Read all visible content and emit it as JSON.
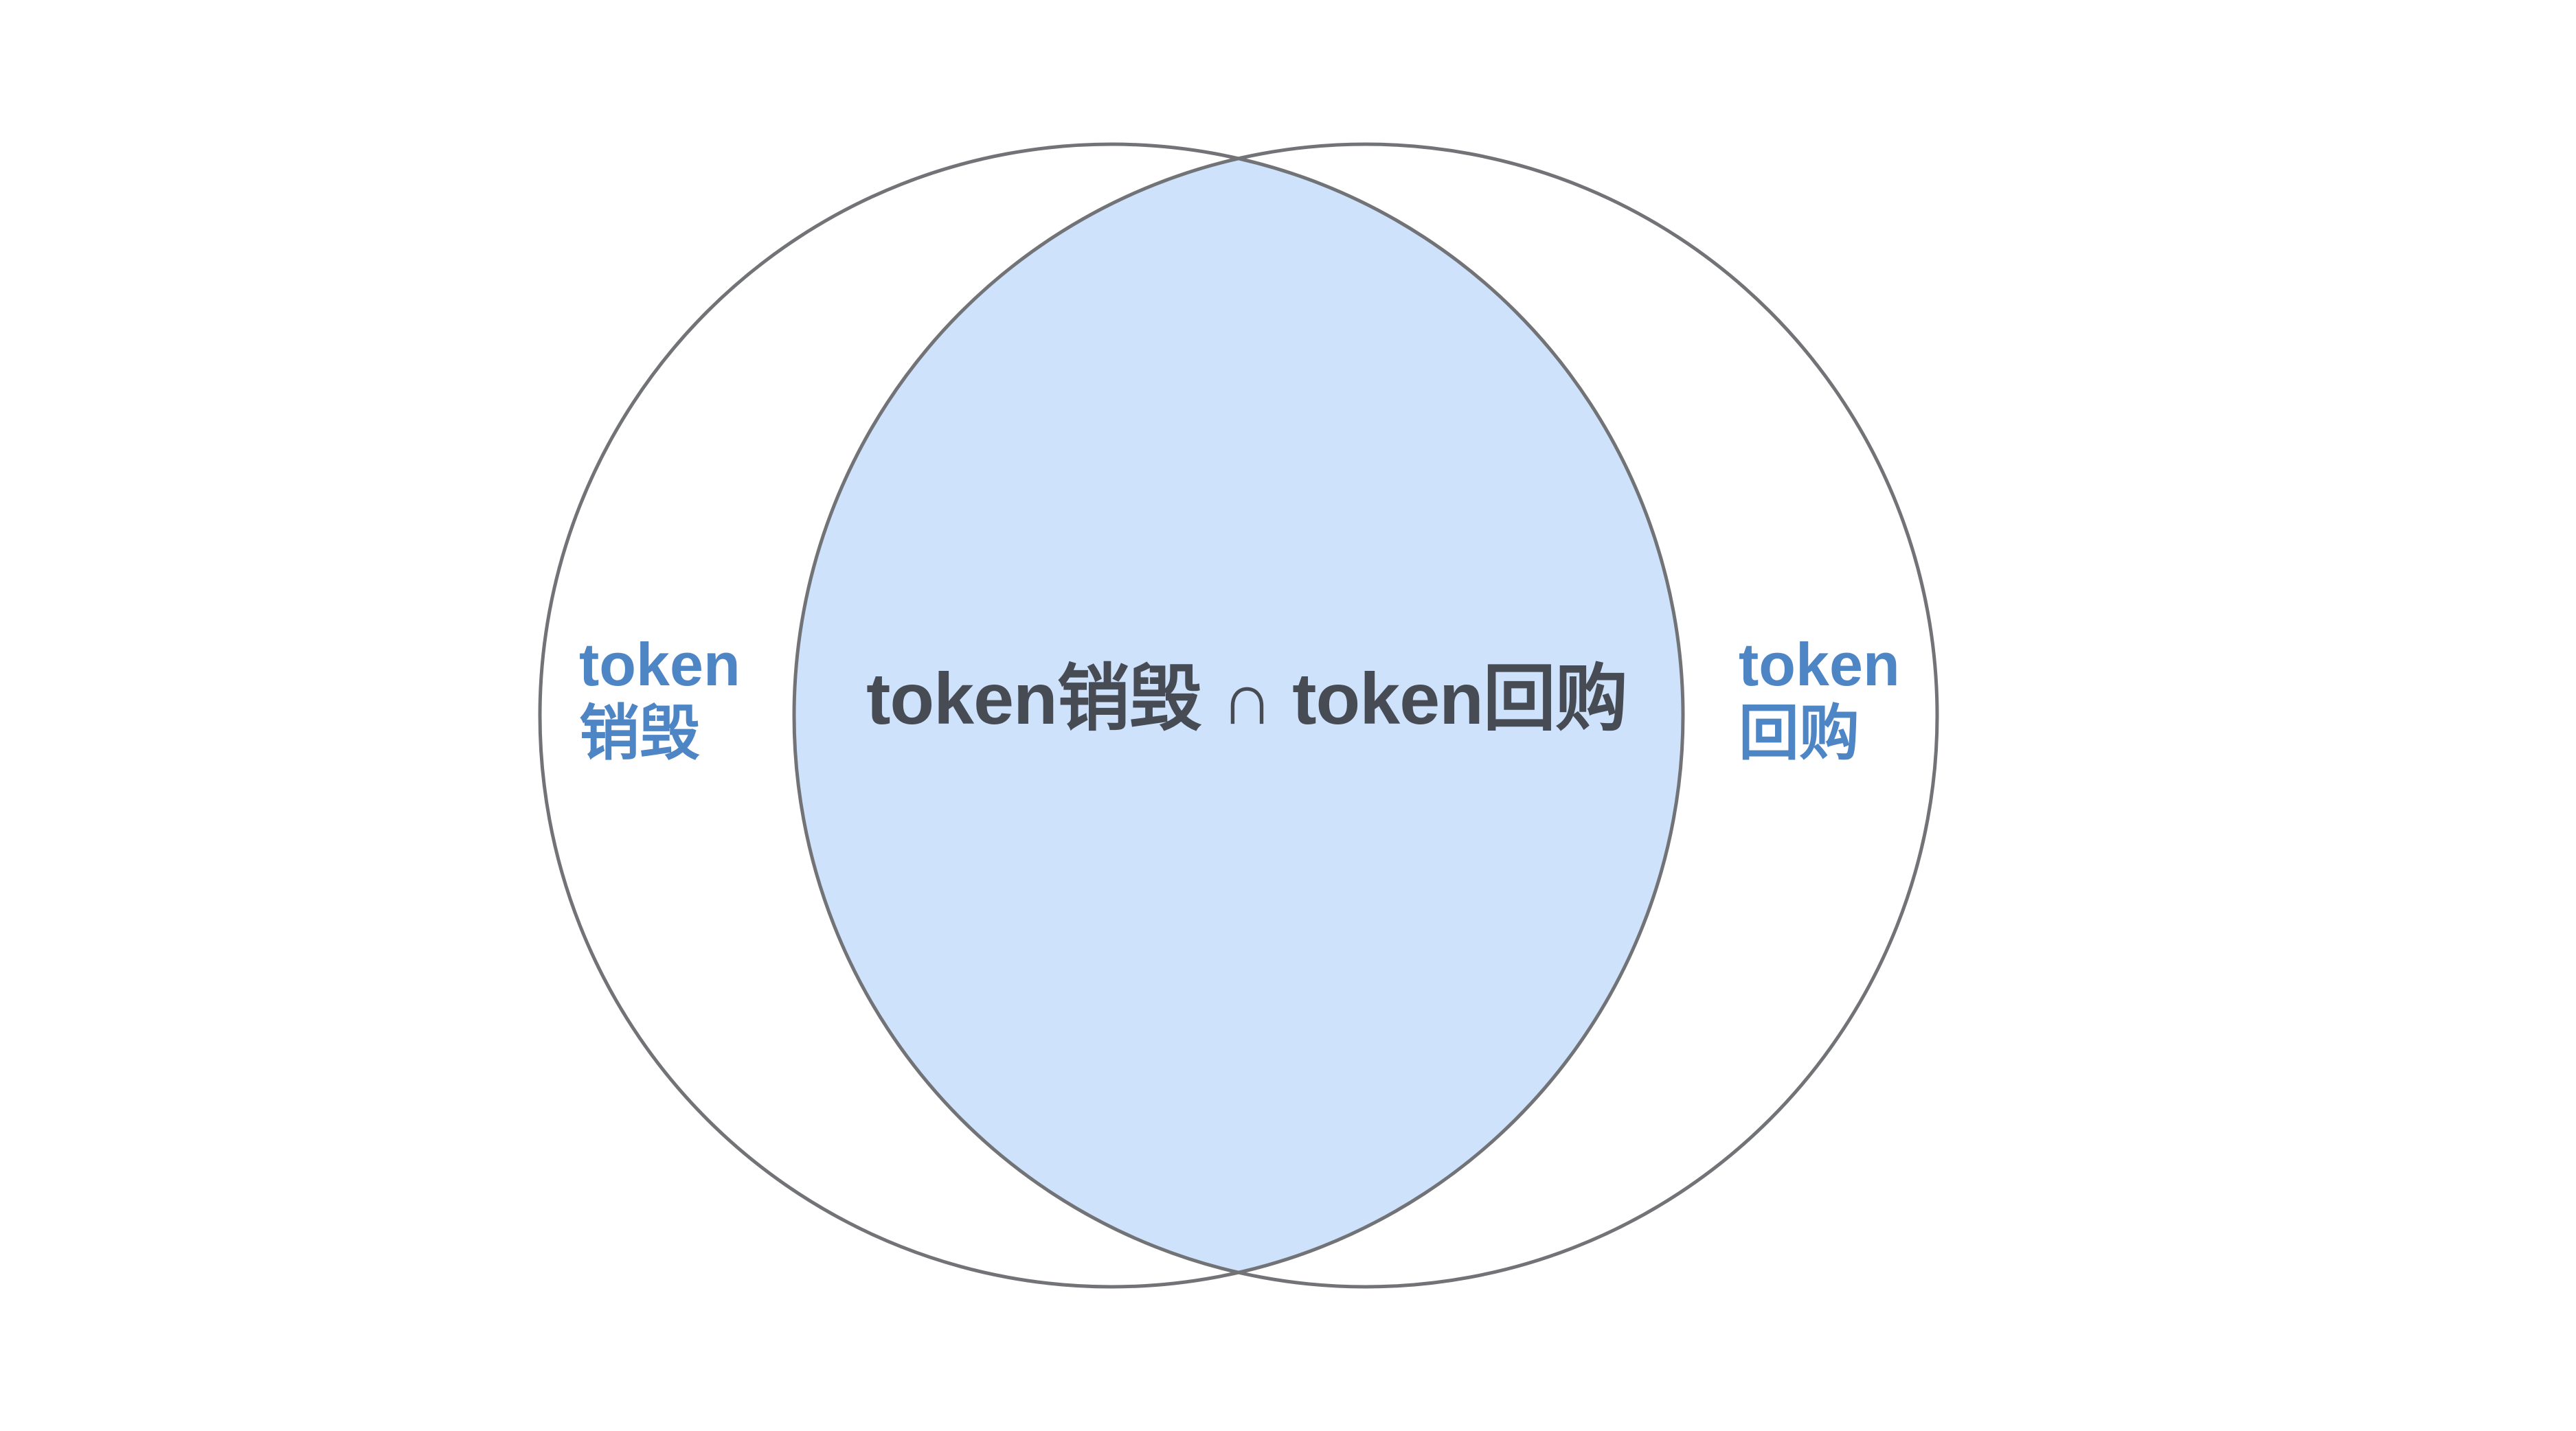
{
  "diagram": {
    "type": "venn",
    "left_set": {
      "line1": "token",
      "line2": "销毁"
    },
    "right_set": {
      "line1": "token",
      "line2": "回购"
    },
    "intersection_label": "token销毁 ∩ token回购",
    "colors": {
      "set_label": "#4e85c5",
      "intersection_fill": "#cfe2fb",
      "intersection_label": "#474c54",
      "circle_stroke": "#727376",
      "background": "#ffffff"
    }
  }
}
